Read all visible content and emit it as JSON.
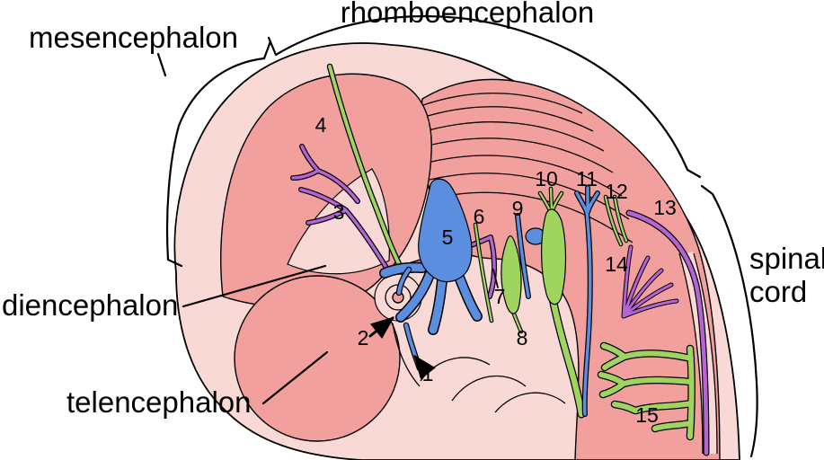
{
  "figure": {
    "labels": {
      "mesencephalon": "mesencephalon",
      "rhomboencephalon": "rhomboencephalon",
      "diencephalon": "diencephalon",
      "telencephalon": "telencephalon",
      "spinal_cord": {
        "line1": "spinal",
        "line2": "cord"
      }
    },
    "markers": {
      "n1": "1",
      "n2": "2",
      "n3": "3",
      "n4": "4",
      "n5": "5",
      "n6": "6",
      "n7": "7",
      "n8": "8",
      "n9": "9",
      "n10": "10",
      "n11": "11",
      "n12": "12",
      "n13": "13",
      "n14": "14",
      "n15": "15"
    },
    "colors": {
      "body": "#f9d9d5",
      "brain": "#f2a09e",
      "green": "#9fd45f",
      "blue": "#5b8ede",
      "purple": "#b564d4",
      "outline": "#000000"
    }
  }
}
